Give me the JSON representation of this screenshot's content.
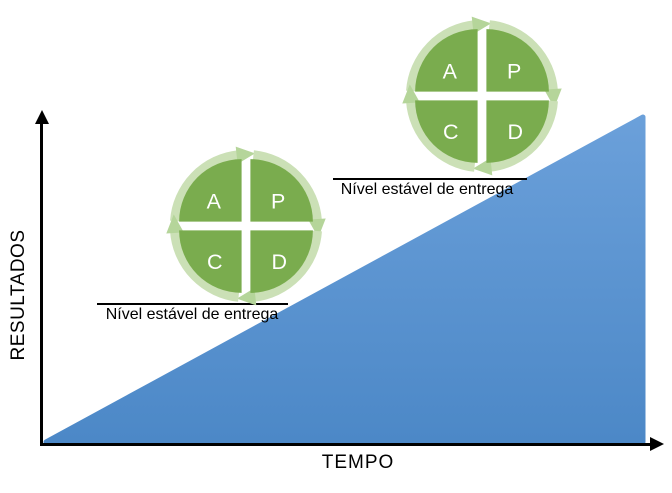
{
  "diagram": {
    "y_axis_label": "RESULTADOS",
    "x_axis_label": "TEMPO",
    "wheels": [
      {
        "position": "lower-left",
        "quadrants": {
          "top_left": "A",
          "top_right": "P",
          "bottom_left": "C",
          "bottom_right": "D"
        },
        "baseline_label": "Nível estável de entrega"
      },
      {
        "position": "upper-right",
        "quadrants": {
          "top_left": "A",
          "top_right": "P",
          "bottom_left": "C",
          "bottom_right": "D"
        },
        "baseline_label": "Nível estável de entrega"
      }
    ],
    "colors": {
      "wheel_green": "#7aac4e",
      "ring_green": "#cbe0b6",
      "arrow_green": "#b5d59a",
      "slope_blue_top": "#6ba0da",
      "slope_blue_bottom": "#4c88c7",
      "axis_black": "#000000",
      "letter_white": "#ffffff"
    }
  }
}
